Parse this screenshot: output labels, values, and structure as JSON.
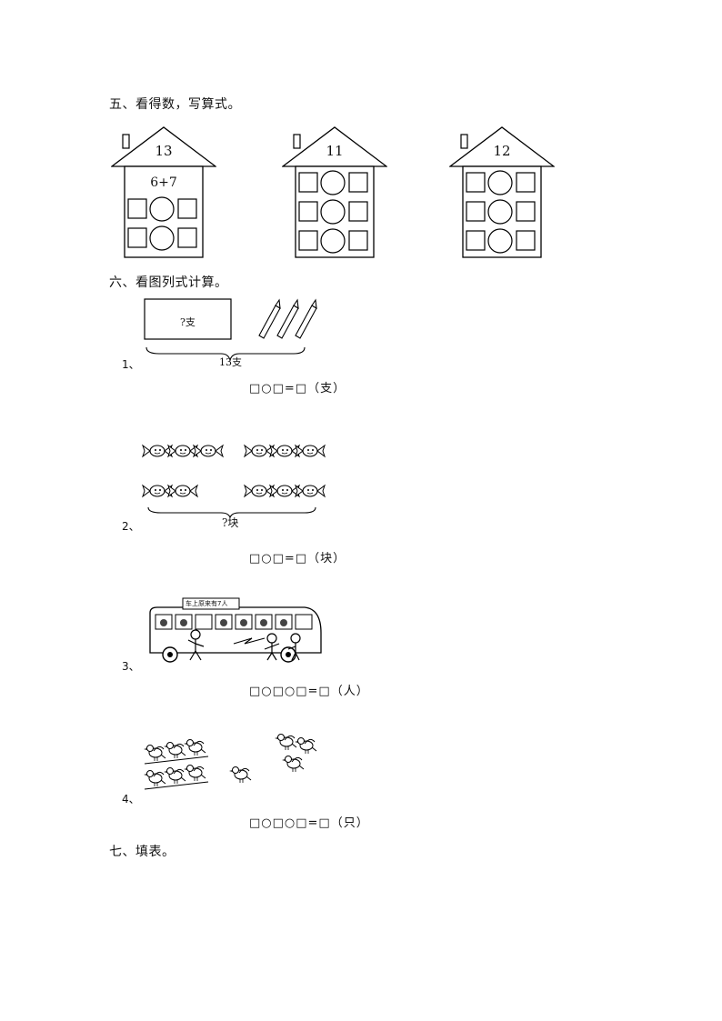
{
  "section5": {
    "heading": "五、看得数，写算式。",
    "houses": [
      {
        "number": "13",
        "example": "6+7"
      },
      {
        "number": "11",
        "example": ""
      },
      {
        "number": "12",
        "example": ""
      }
    ]
  },
  "section6": {
    "heading": "六、看图列式计算。",
    "problems": [
      {
        "num": "1、",
        "box_label": "?支",
        "total_label": "13支",
        "formula": "□○□=□（支）"
      },
      {
        "num": "2、",
        "total_label": "?块",
        "formula": "□○□=□（块）"
      },
      {
        "num": "3、",
        "sign_text": "车上原来有7人",
        "formula": "□○□○□=□（人）"
      },
      {
        "num": "4、",
        "formula": "□○□○□=□（只）"
      }
    ]
  },
  "section7": {
    "heading": "七、填表。"
  }
}
